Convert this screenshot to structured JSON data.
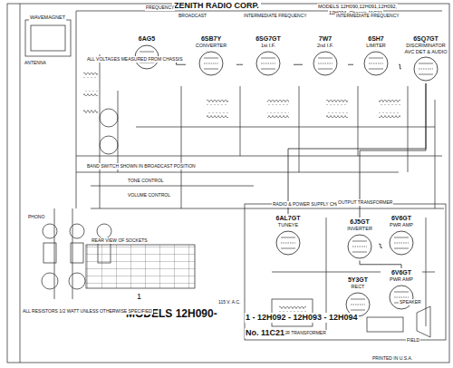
{
  "diagram": {
    "title": "ZENITH RADIO CORP.",
    "nodes": [
      {
        "text": [
          "6AG5"
        ]
      },
      {
        "text": [
          "6SB7Y",
          "CONVERTER"
        ]
      },
      {
        "text": [
          "6SG7GT",
          "1st I.F."
        ]
      },
      {
        "text": [
          "7W7",
          "2nd I.F."
        ]
      },
      {
        "text": [
          "6SH7",
          "LIMITER"
        ]
      },
      {
        "text": [
          "6SQ7GT",
          "DISCRIMINATOR AVC DET & AUDIO"
        ]
      },
      {
        "text": [
          "6AL7GT",
          "TUNEYE"
        ]
      },
      {
        "text": [
          "6J5GT",
          "INVERTER"
        ]
      },
      {
        "text": [
          "6V6GT",
          "PWR AMP"
        ]
      },
      {
        "text": [
          "6V6GT",
          "PWR AMP"
        ]
      },
      {
        "text": [
          "5Y3GT",
          "RECT"
        ]
      }
    ],
    "edges": [
      {
        "from": 0,
        "to": 1,
        "arrow": "none"
      },
      {
        "from": 1,
        "to": 2,
        "arrow": "none"
      },
      {
        "from": 2,
        "to": 3,
        "arrow": "none"
      },
      {
        "from": 3,
        "to": 4,
        "arrow": "none"
      },
      {
        "from": 4,
        "to": 5,
        "arrow": "none"
      },
      {
        "from": 5,
        "to": 6,
        "arrow": "none"
      },
      {
        "from": 5,
        "to": 7,
        "arrow": "none"
      },
      {
        "from": 7,
        "to": 8,
        "arrow": "none"
      },
      {
        "from": 7,
        "to": 9,
        "arrow": "none"
      }
    ],
    "labels": [
      "MODELS 12H090,12H091,12H092,",
      "12H094, Chassis 11C21",
      "WAVEMAGNET",
      "FREQUENCY",
      "BROADCAST",
      "INTERMEDIATE FREQUENCY",
      "INTERMEDIATE FREQUENCY",
      "ALL VOLTAGES MEASURED FROM CHASSIS",
      "BAND SWITCH SHOWN IN BROADCAST POSITION",
      "ANTENNA",
      "TONE CONTROL",
      "VOLUME CONTROL",
      "PHONO",
      "RADIO & POWER SUPPLY CHASSIS",
      "SPEAKER",
      "OUTPUT TRANSFORMER",
      "POWER TRANSFORMER",
      "115 V. A.C.",
      "FIELD",
      "1",
      "MODELS 12H090-",
      "1 - 12H092 - 12H093 - 12H094",
      "No. 11C21",
      "REAR VIEW OF SOCKETS",
      "ALL RESISTORS 1/2 WATT UNLESS OTHERWISE SPECIFIED",
      "PRINTED IN U.S.A."
    ]
  }
}
